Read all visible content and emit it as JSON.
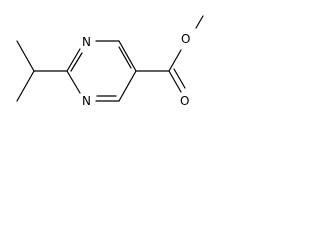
{
  "molecule": {
    "atom_labels": {
      "nitrogen_top": "N",
      "nitrogen_bottom": "N",
      "oxygen_ether": "O",
      "oxygen_carbonyl": "O"
    },
    "line_color": "#000000",
    "background_color": "#ffffff"
  }
}
